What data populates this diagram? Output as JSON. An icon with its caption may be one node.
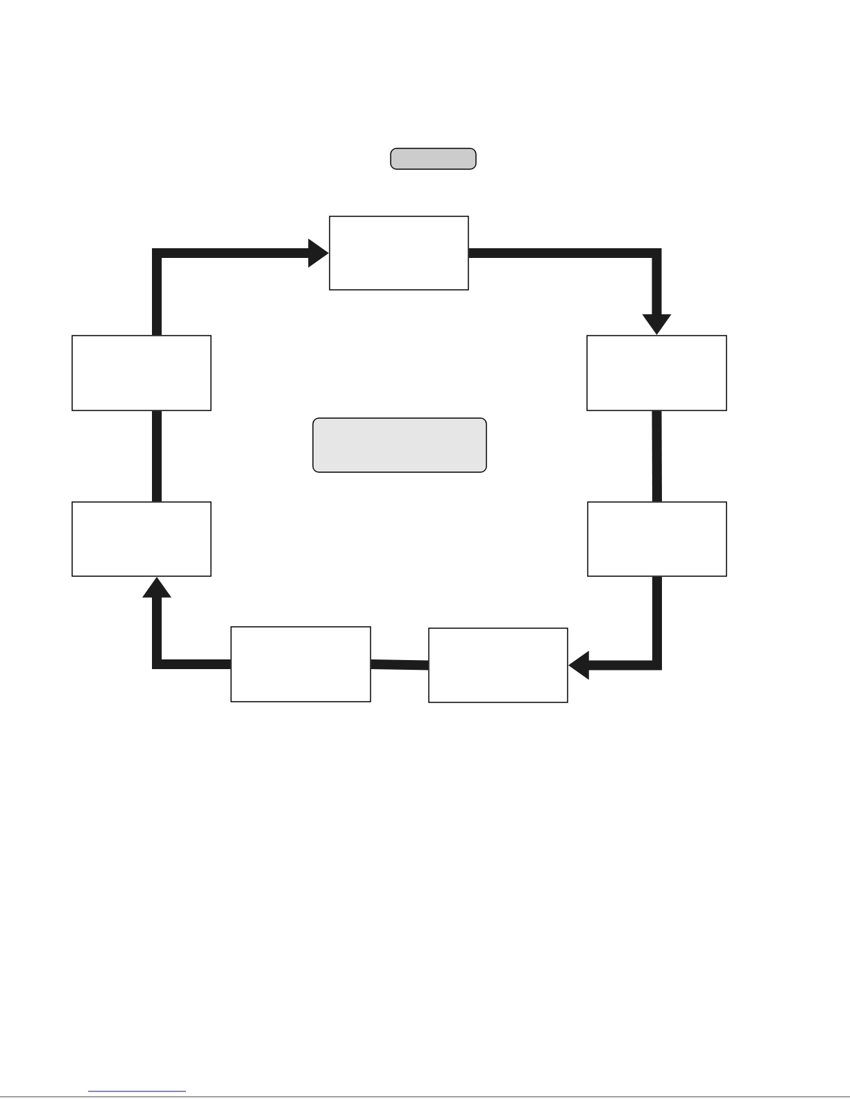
{
  "diagram": {
    "nodes": [
      {
        "text": [],
        "shape": "box"
      },
      {
        "text": [],
        "shape": "box"
      },
      {
        "text": [],
        "shape": "box"
      },
      {
        "text": [],
        "shape": "box"
      },
      {
        "text": [],
        "shape": "box"
      },
      {
        "text": [],
        "shape": "box"
      },
      {
        "text": [],
        "shape": "box"
      },
      {
        "text": [],
        "shape": "box"
      },
      {
        "text": [],
        "shape": "box"
      }
    ],
    "edges": [
      {
        "from": 7,
        "to": 1,
        "arrow": "to"
      },
      {
        "from": 1,
        "to": 2,
        "arrow": "to"
      },
      {
        "from": 2,
        "to": 3,
        "arrow": "none"
      },
      {
        "from": 3,
        "to": 4,
        "arrow": "to"
      },
      {
        "from": 4,
        "to": 5,
        "arrow": "none"
      },
      {
        "from": 5,
        "to": 6,
        "arrow": "to"
      },
      {
        "from": 6,
        "to": 7,
        "arrow": "none"
      }
    ]
  }
}
